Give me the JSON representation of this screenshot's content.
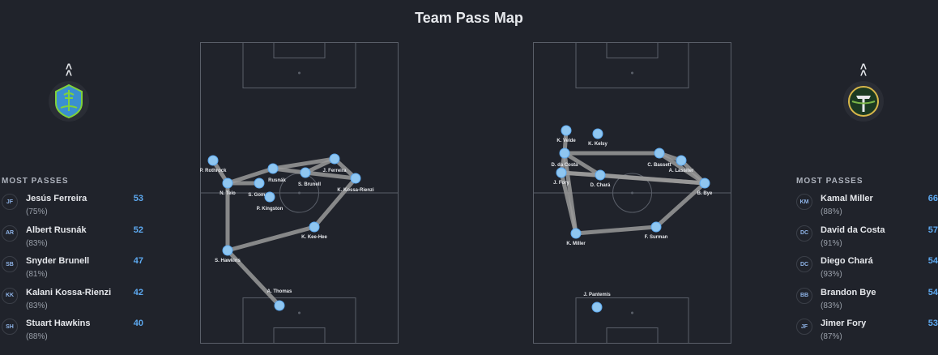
{
  "title": "Team Pass Map",
  "colors": {
    "background": "#20232b",
    "accent": "#5da9f0",
    "node": "#8fc6f0",
    "edge": "#9a9a9a",
    "pitch_line": "#5a5f69"
  },
  "home": {
    "logo": "seattle-sounders-crest-icon",
    "panel_title": "MOST PASSES",
    "players": [
      {
        "initials": "JF",
        "name": "Jesús Ferreira",
        "pct": "(75%)",
        "passes": "53"
      },
      {
        "initials": "AR",
        "name": "Albert Rusnák",
        "pct": "(83%)",
        "passes": "52"
      },
      {
        "initials": "SB",
        "name": "Snyder Brunell",
        "pct": "(81%)",
        "passes": "47"
      },
      {
        "initials": "KK",
        "name": "Kalani Kossa-Rienzi",
        "pct": "(83%)",
        "passes": "42"
      },
      {
        "initials": "SH",
        "name": "Stuart Hawkins",
        "pct": "(88%)",
        "passes": "40"
      }
    ],
    "map": {
      "nodes": [
        {
          "id": "rothrock",
          "label": "P. Rothrock"
        },
        {
          "id": "telo",
          "label": "N. Telo"
        },
        {
          "id": "gomez",
          "label": "S. Gomez"
        },
        {
          "id": "kingston",
          "label": "P. Kingston"
        },
        {
          "id": "rusnak",
          "label": "Rusnák"
        },
        {
          "id": "brunell",
          "label": "S. Brunell"
        },
        {
          "id": "ferreira",
          "label": "J. Ferreira"
        },
        {
          "id": "kossa",
          "label": "K. Kossa-Rienzi"
        },
        {
          "id": "keehee",
          "label": "K. Kee-Hee"
        },
        {
          "id": "hawkins",
          "label": "S. Hawkins"
        },
        {
          "id": "thomas",
          "label": "A. Thomas"
        }
      ],
      "edges": [
        [
          "telo",
          "rusnak"
        ],
        [
          "rusnak",
          "ferreira"
        ],
        [
          "rusnak",
          "brunell"
        ],
        [
          "brunell",
          "ferreira"
        ],
        [
          "ferreira",
          "kossa"
        ],
        [
          "brunell",
          "kossa"
        ],
        [
          "kossa",
          "keehee"
        ],
        [
          "keehee",
          "hawkins"
        ],
        [
          "hawkins",
          "telo"
        ],
        [
          "hawkins",
          "thomas"
        ],
        [
          "rothrock",
          "telo"
        ],
        [
          "telo",
          "gomez"
        ]
      ]
    }
  },
  "away": {
    "logo": "portland-timbers-crest-icon",
    "panel_title": "MOST PASSES",
    "players": [
      {
        "initials": "KM",
        "name": "Kamal Miller",
        "pct": "(88%)",
        "passes": "66"
      },
      {
        "initials": "DC",
        "name": "David da Costa",
        "pct": "(91%)",
        "passes": "57"
      },
      {
        "initials": "DC",
        "name": "Diego Chará",
        "pct": "(93%)",
        "passes": "54"
      },
      {
        "initials": "BB",
        "name": "Brandon Bye",
        "pct": "(83%)",
        "passes": "54"
      },
      {
        "initials": "JF",
        "name": "Jimer Fory",
        "pct": "(87%)",
        "passes": "53"
      }
    ],
    "map": {
      "nodes": [
        {
          "id": "velde",
          "label": "K. Velde"
        },
        {
          "id": "kelsy",
          "label": "K. Kelsy"
        },
        {
          "id": "dacosta",
          "label": "D. da Costa"
        },
        {
          "id": "fory",
          "label": "J. Fory"
        },
        {
          "id": "chara",
          "label": "D. Chará"
        },
        {
          "id": "bassett",
          "label": "C. Bassett"
        },
        {
          "id": "lassiter",
          "label": "A. Lassiter"
        },
        {
          "id": "bye",
          "label": "B. Bye"
        },
        {
          "id": "miller",
          "label": "K. Miller"
        },
        {
          "id": "surman",
          "label": "F. Surman"
        },
        {
          "id": "pantemis",
          "label": "J. Pantemis"
        }
      ],
      "edges": [
        [
          "velde",
          "dacosta"
        ],
        [
          "dacosta",
          "bassett"
        ],
        [
          "bassett",
          "lassiter"
        ],
        [
          "lassiter",
          "bye"
        ],
        [
          "bassett",
          "bye"
        ],
        [
          "dacosta",
          "chara"
        ],
        [
          "fory",
          "chara"
        ],
        [
          "chara",
          "bye"
        ],
        [
          "fory",
          "bye"
        ],
        [
          "dacosta",
          "fory"
        ],
        [
          "dacosta",
          "miller"
        ],
        [
          "fory",
          "miller"
        ],
        [
          "miller",
          "surman"
        ],
        [
          "surman",
          "bye"
        ]
      ]
    }
  }
}
